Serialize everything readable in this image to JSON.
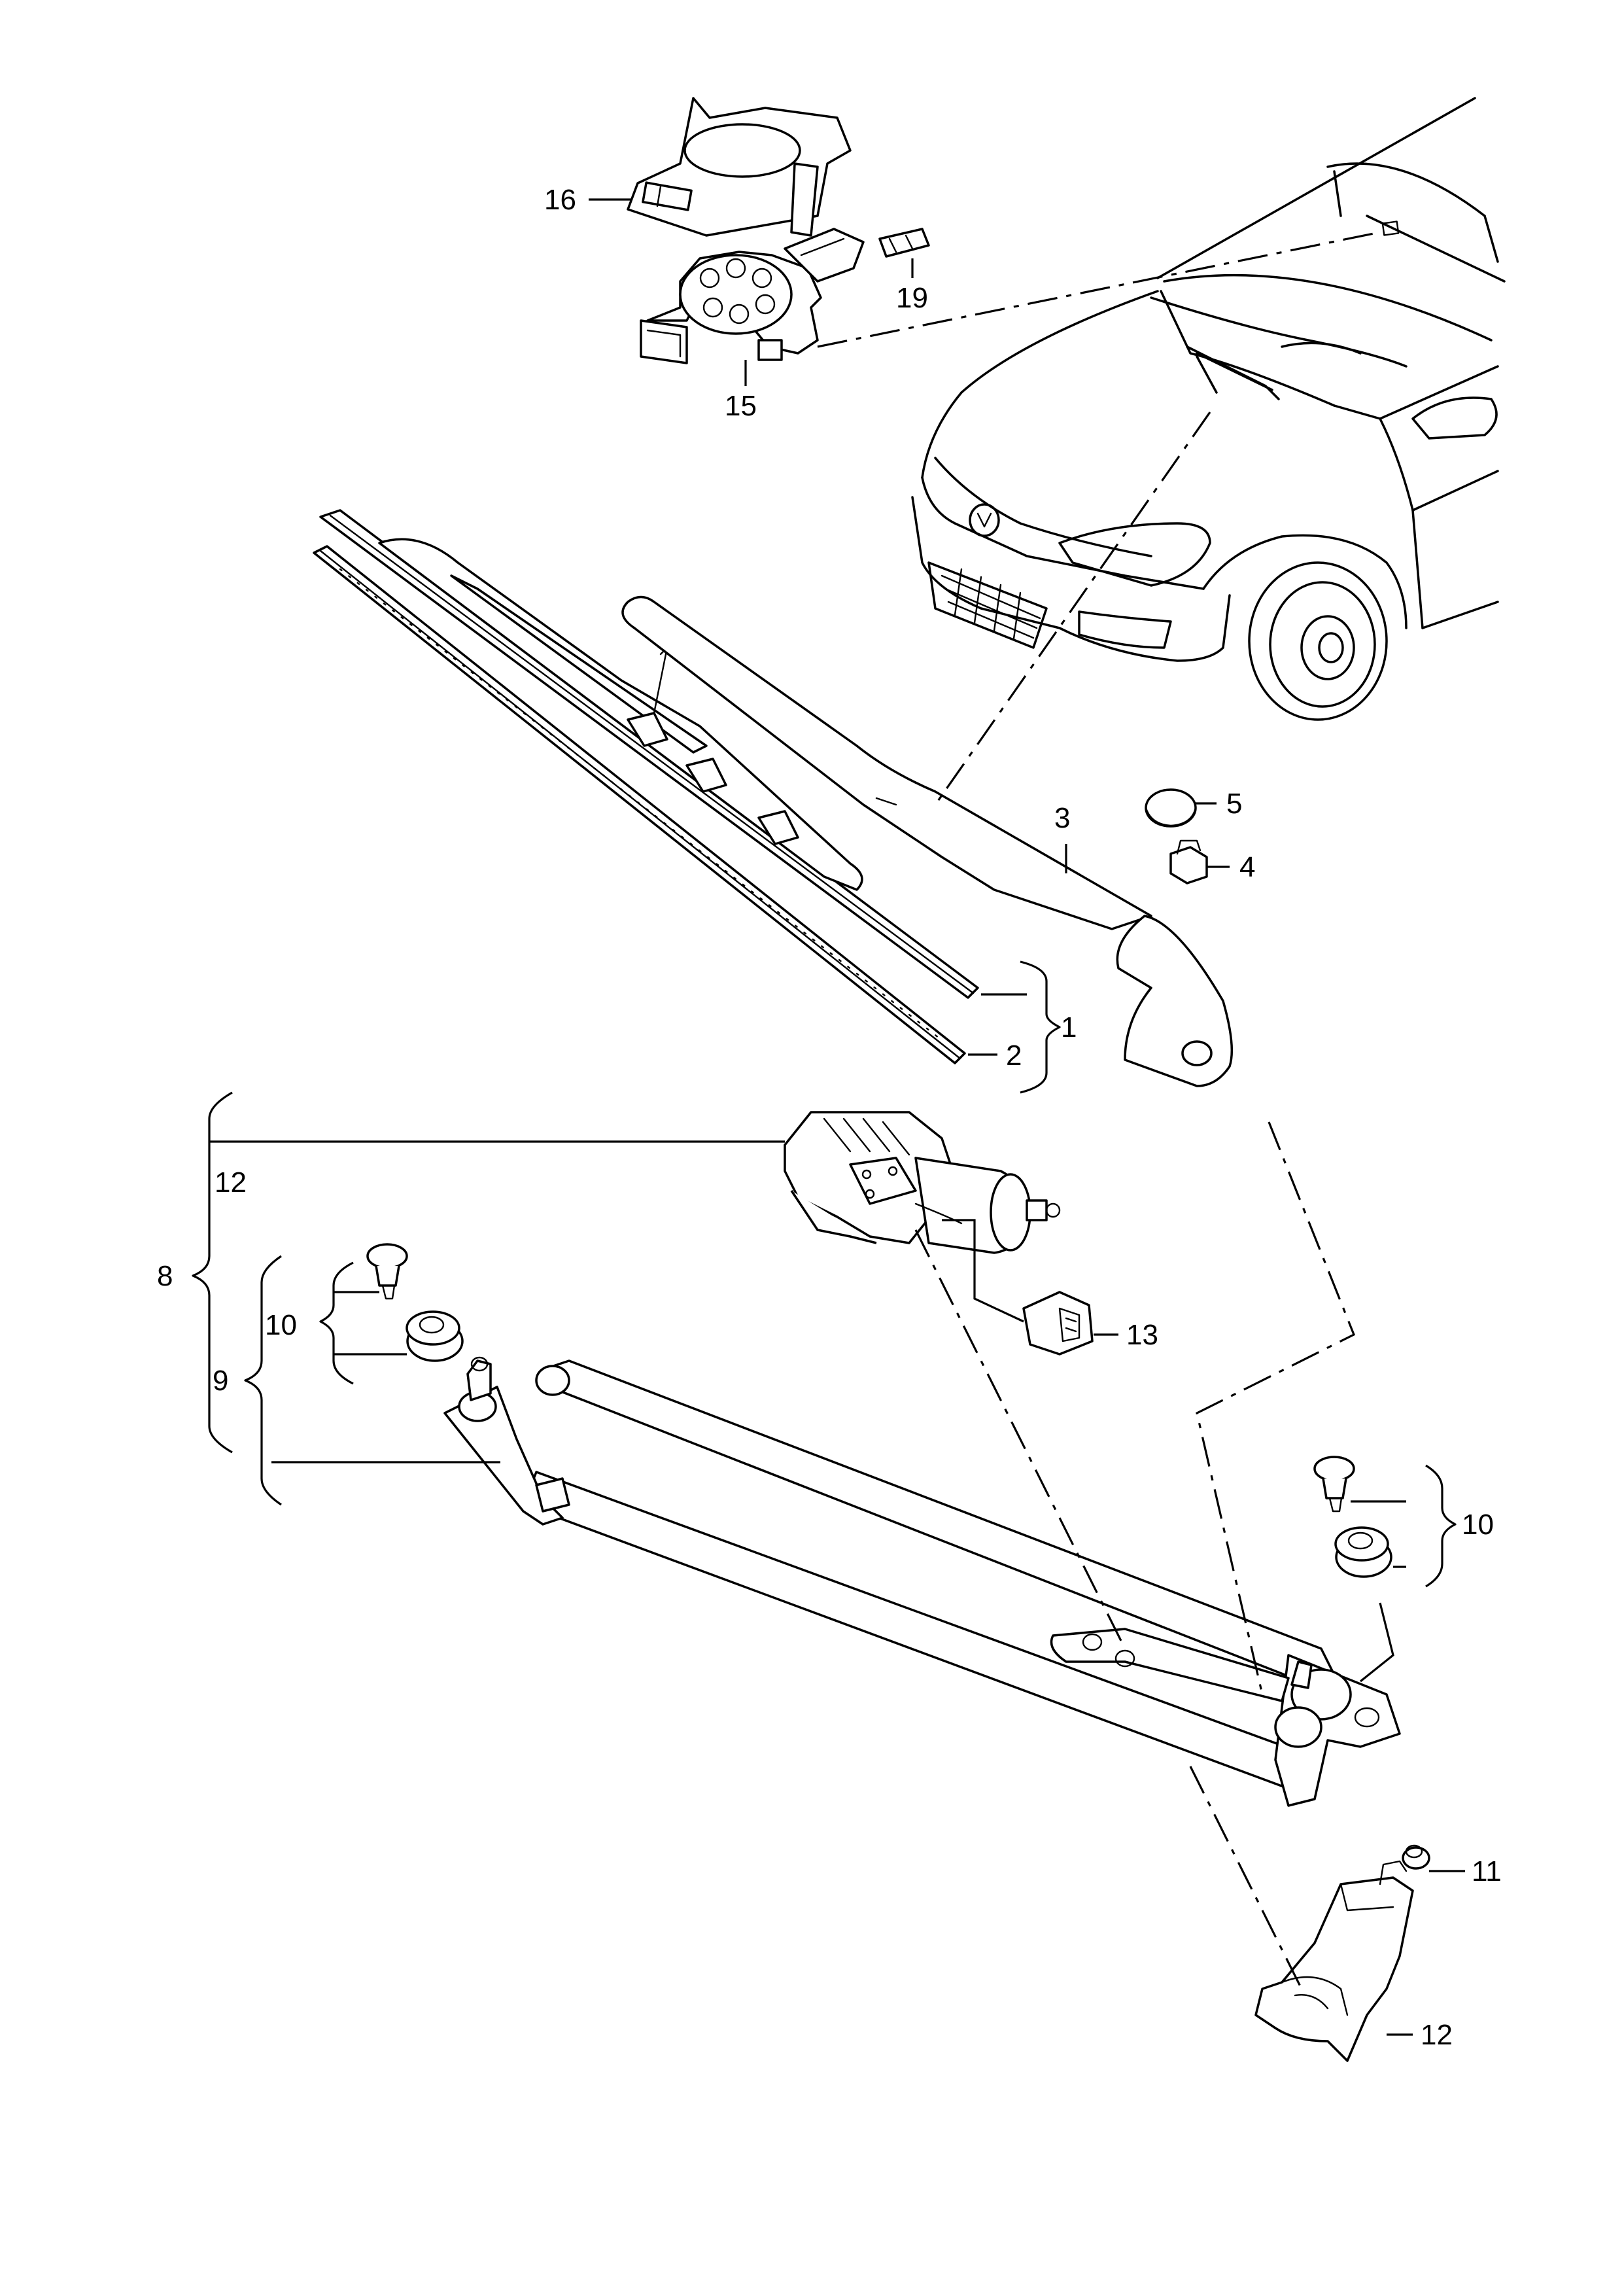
{
  "diagram": {
    "callouts": {
      "c1": "1",
      "c2": "2",
      "c3": "3",
      "c4": "4",
      "c5": "5",
      "c8": "8",
      "c9": "9",
      "c10a": "10",
      "c10b": "10",
      "c11": "11",
      "c12a": "12",
      "c12b": "12",
      "c13": "13",
      "c15": "15",
      "c16": "16",
      "c19": "19"
    }
  }
}
